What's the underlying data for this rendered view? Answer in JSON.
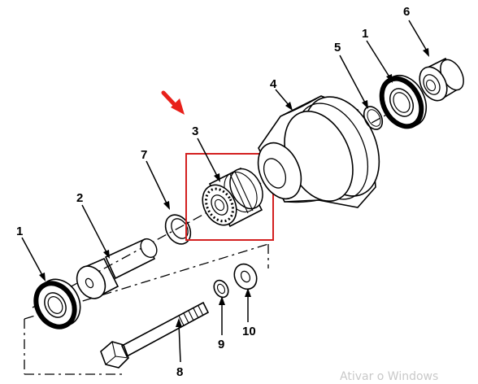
{
  "diagram": {
    "callouts": {
      "c1_right": "1",
      "c6": "6",
      "c5": "5",
      "c4": "4",
      "c3": "3",
      "c7": "7",
      "c2": "2",
      "c1_left": "1",
      "c8": "8",
      "c9": "9",
      "c10": "10"
    },
    "highlight_color": "#d32020",
    "arrow_color": "#e8201a"
  },
  "watermark": "Ativar o Windows"
}
